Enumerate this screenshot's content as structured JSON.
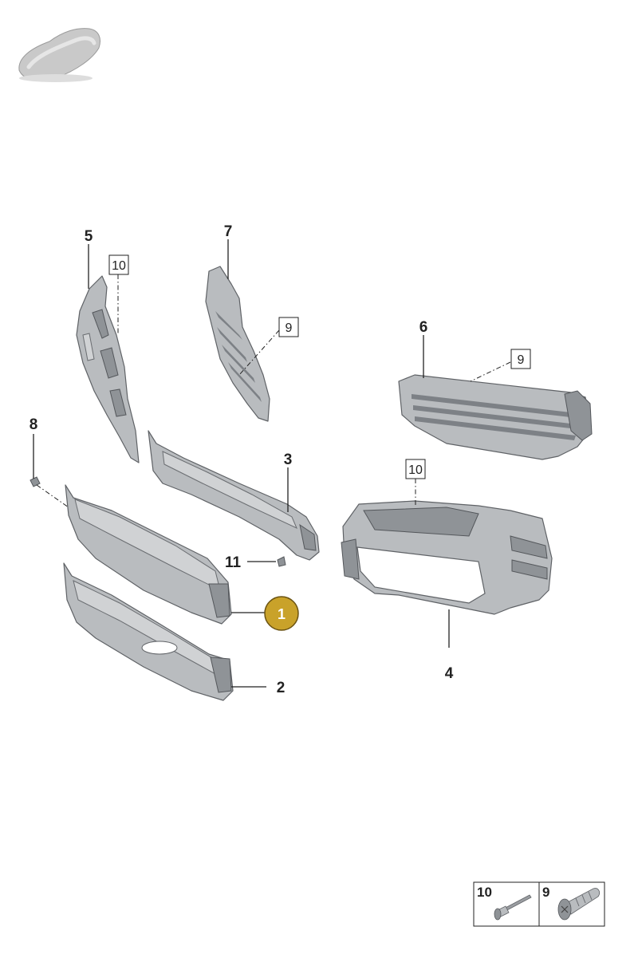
{
  "diagram": {
    "callouts": {
      "c1": "1",
      "c2": "2",
      "c3": "3",
      "c4": "4",
      "c5": "5",
      "c6": "6",
      "c7": "7",
      "c8": "8",
      "c11": "11"
    },
    "boxed_refs": {
      "r10_a": "10",
      "r9_a": "9",
      "r9_b": "9",
      "r10_b": "10"
    },
    "highlight": {
      "label": "1",
      "color": "#c9a22a"
    },
    "legend": {
      "left_number": "10",
      "right_number": "9"
    },
    "car_thumbnail": "car-silhouette-icon"
  }
}
